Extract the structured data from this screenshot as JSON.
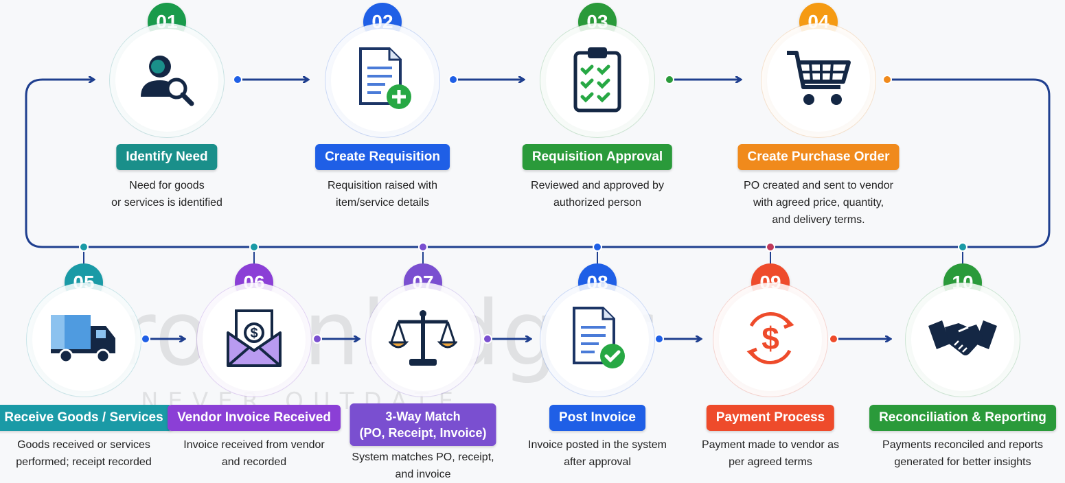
{
  "watermark": {
    "brand": "Protonledger",
    "tagline": "NEVER OUTDATE"
  },
  "steps": [
    {
      "num": "01",
      "title": "Identify Need",
      "desc": [
        "Need for goods",
        "or services is identified"
      ],
      "color": "#1a8f8a",
      "badge_color": "#1a9b4b",
      "icon": "user-search-icon"
    },
    {
      "num": "02",
      "title": "Create Requisition",
      "desc": [
        "Requisition raised with",
        "item/service details"
      ],
      "color": "#1f5fe6",
      "badge_color": "#1f5fe6",
      "icon": "document-add-icon"
    },
    {
      "num": "03",
      "title": "Requisition Approval",
      "desc": [
        "Reviewed and approved by",
        "authorized person"
      ],
      "color": "#2a9a3a",
      "badge_color": "#2a9a3a",
      "icon": "clipboard-checklist-icon"
    },
    {
      "num": "04",
      "title": "Create Purchase Order",
      "desc": [
        "PO created and sent to vendor",
        "with agreed price, quantity,",
        "and delivery terms."
      ],
      "color": "#f08a1c",
      "badge_color": "#f59a12",
      "icon": "shopping-cart-icon"
    },
    {
      "num": "05",
      "title": "Receive Goods / Services",
      "desc": [
        "Goods received or services",
        "performed; receipt recorded"
      ],
      "color": "#1a9aa6",
      "badge_color": "#1a9aa6",
      "icon": "delivery-truck-icon"
    },
    {
      "num": "06",
      "title": "Vendor Invoice Received",
      "desc": [
        "Invoice received from vendor",
        "and recorded"
      ],
      "color": "#8b3fd6",
      "badge_color": "#8b3fd6",
      "icon": "envelope-invoice-icon"
    },
    {
      "num": "07",
      "title": "3-Way Match\n(PO, Receipt, Invoice)",
      "desc": [
        "System matches PO, receipt,",
        "and invoice"
      ],
      "color": "#7a4fd0",
      "badge_color": "#7a4fd0",
      "icon": "balance-scale-icon"
    },
    {
      "num": "08",
      "title": "Post Invoice",
      "desc": [
        "Invoice posted in the system",
        "after approval"
      ],
      "color": "#1f5fe6",
      "badge_color": "#1f5fe6",
      "icon": "document-check-icon"
    },
    {
      "num": "09",
      "title": "Payment Process",
      "desc": [
        "Payment made to vendor as",
        "per agreed terms"
      ],
      "color": "#ee4b2b",
      "badge_color": "#ee4b2b",
      "icon": "dollar-cycle-icon"
    },
    {
      "num": "10",
      "title": "Reconciliation & Reporting",
      "desc": [
        "Payments reconciled and reports",
        "generated for better insights"
      ],
      "color": "#2a9a3a",
      "badge_color": "#2a9a3a",
      "icon": "handshake-icon"
    }
  ]
}
